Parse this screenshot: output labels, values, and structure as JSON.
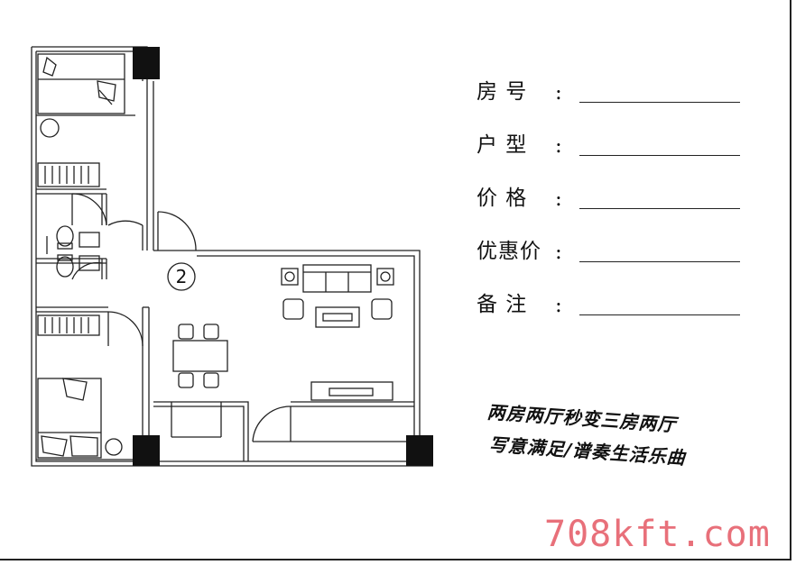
{
  "plan": {
    "unit_number": "2"
  },
  "form": {
    "fields": [
      {
        "label": "房 号",
        "colon": ":"
      },
      {
        "label": "户 型",
        "colon": ":"
      },
      {
        "label": "价 格",
        "colon": ":"
      },
      {
        "label": "优惠价",
        "colon": ":"
      },
      {
        "label": "备 注",
        "colon": ":"
      }
    ]
  },
  "slogan": {
    "line1": "两房两厅秒变三房两厅",
    "line2": "写意满足/谱奏生活乐曲"
  },
  "watermark": "708kft.com"
}
